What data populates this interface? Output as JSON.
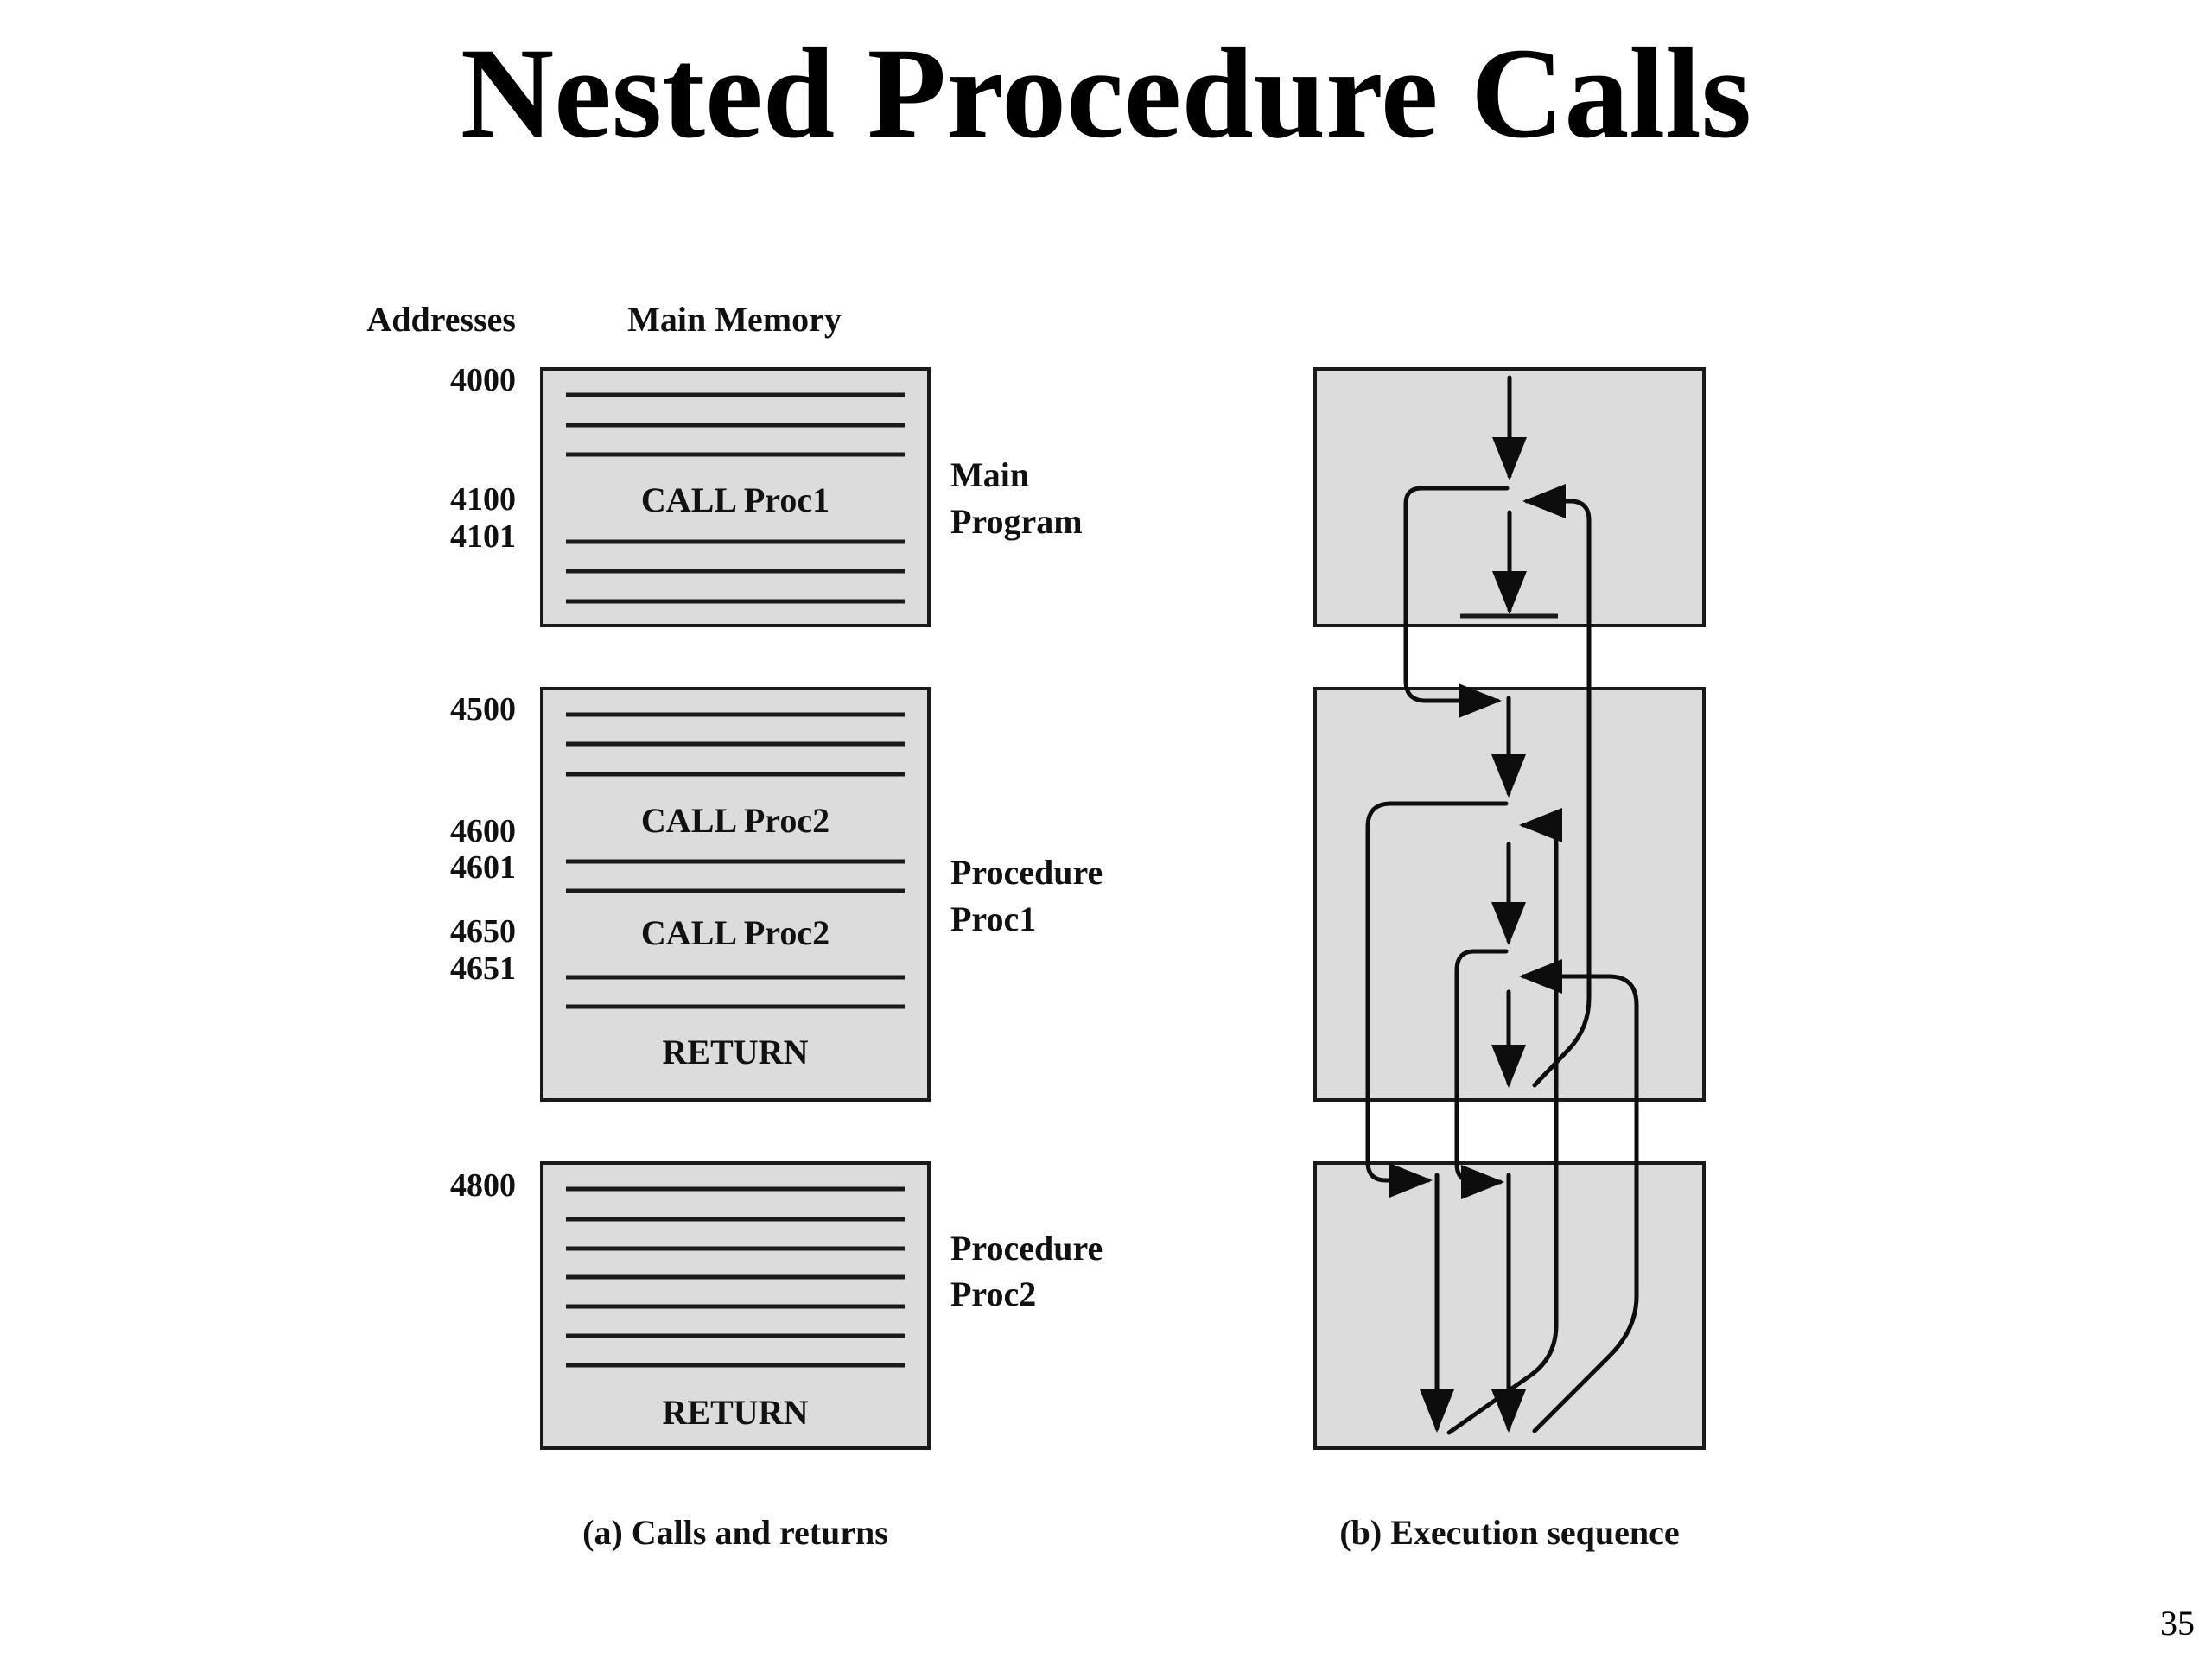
{
  "title": "Nested Procedure Calls",
  "page_number": "35",
  "headers": {
    "addresses": "Addresses",
    "main_memory": "Main Memory"
  },
  "addresses": [
    "4000",
    "4100",
    "4101",
    "4500",
    "4600",
    "4601",
    "4650",
    "4651",
    "4800"
  ],
  "memory_text": {
    "call_proc1": "CALL Proc1",
    "call_proc2_first": "CALL Proc2",
    "call_proc2_second": "CALL Proc2",
    "return_proc1": "RETURN",
    "return_proc2": "RETURN"
  },
  "segment_labels": {
    "main": [
      "Main",
      "Program"
    ],
    "proc1": [
      "Procedure",
      "Proc1"
    ],
    "proc2": [
      "Procedure",
      "Proc2"
    ]
  },
  "captions": {
    "a": "(a) Calls and returns",
    "b": "(b) Execution sequence"
  },
  "colors": {
    "box_fill": "#dcdcdc",
    "stroke": "#1a1a1a"
  }
}
